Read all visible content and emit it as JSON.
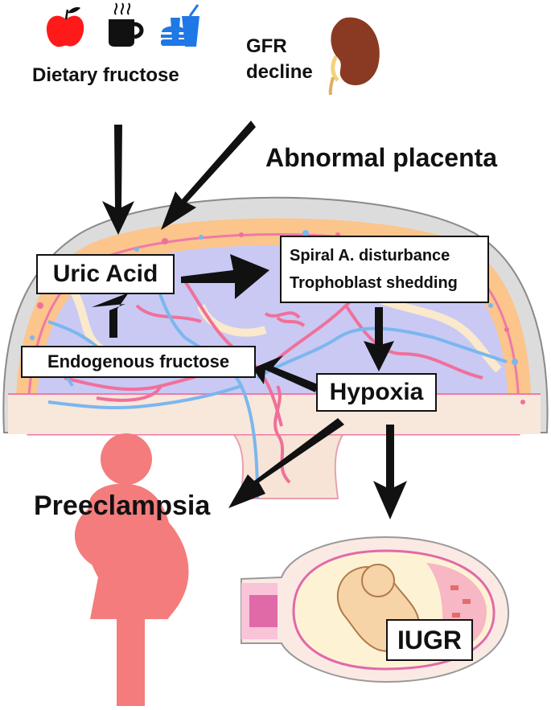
{
  "labels": {
    "dietary_fructose": "Dietary fructose",
    "gfr_line1": "GFR",
    "gfr_line2": "decline",
    "abnormal_placenta": "Abnormal placenta",
    "uric_acid": "Uric Acid",
    "spiral_line1": "Spiral A. disturbance",
    "spiral_line2": "Trophoblast shedding",
    "endogenous_fructose": "Endogenous fructose",
    "hypoxia": "Hypoxia",
    "preeclampsia": "Preeclampsia",
    "iugr": "IUGR"
  },
  "icons": [
    "apple-icon",
    "coffee-cup-icon",
    "fast-food-icon",
    "kidney-icon",
    "pregnant-woman-icon",
    "fetus-in-uterus-icon",
    "placenta-icon"
  ],
  "colors": {
    "apple": "#ff1a1a",
    "coffee": "#111111",
    "fast_food": "#1e78e6",
    "kidney": "#8a3a22",
    "woman": "#f47c7c",
    "placenta_outer": "#dedede",
    "placenta_band": "#fbc58c",
    "placenta_inner": "#c9c9f4",
    "artery": "#f0709a",
    "vein": "#7ab7ee",
    "arrow": "#111111"
  }
}
